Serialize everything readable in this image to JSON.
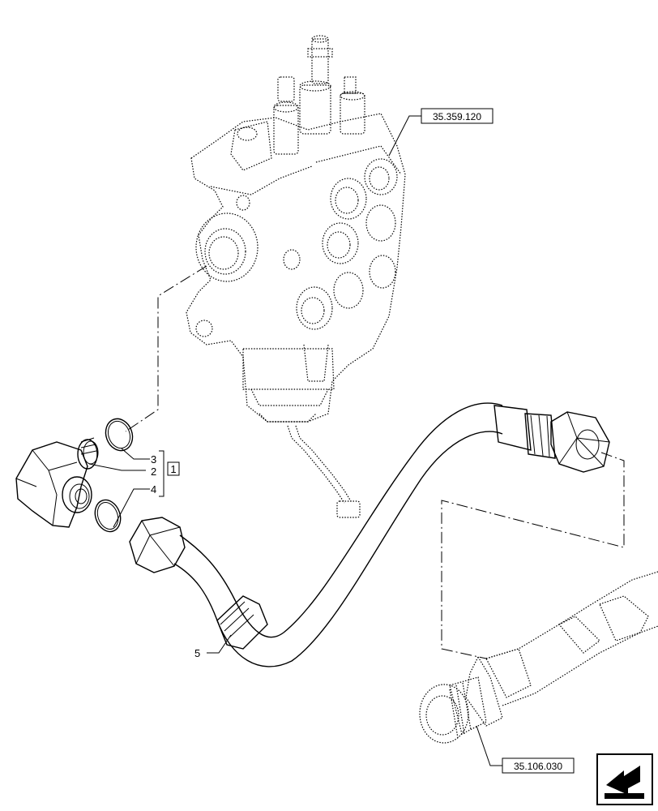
{
  "references": {
    "control_valve": "35.359.120",
    "hydraulic_line": "35.106.030"
  },
  "callouts": {
    "item_3": "3",
    "item_2": "2",
    "item_4": "4",
    "item_1": "1",
    "item_5": "5"
  },
  "icons": {
    "nav": "return-arrow-icon"
  }
}
